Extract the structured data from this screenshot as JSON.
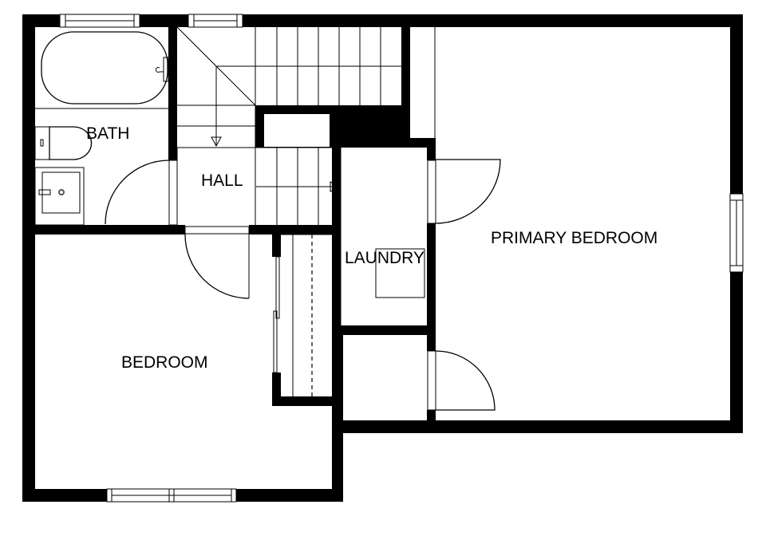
{
  "floorplan": {
    "rooms": [
      {
        "id": "bath",
        "label": "BATH"
      },
      {
        "id": "hall",
        "label": "HALL"
      },
      {
        "id": "laundry",
        "label": "LAUNDRY"
      },
      {
        "id": "primary_bedroom",
        "label": "PRIMARY BEDROOM"
      },
      {
        "id": "bedroom",
        "label": "BEDROOM"
      }
    ],
    "colors": {
      "wall": "#000000",
      "background": "#ffffff"
    }
  }
}
